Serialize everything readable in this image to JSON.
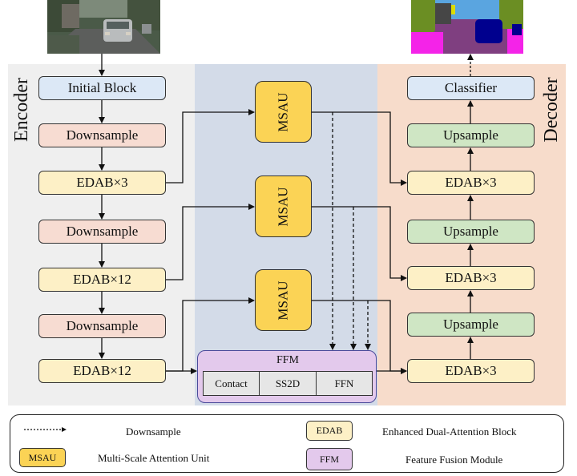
{
  "encoder_label": "Encoder",
  "decoder_label": "Decoder",
  "encoder": {
    "initial": "Initial Block",
    "down1": "Downsample",
    "edab1": "EDAB×3",
    "down2": "Downsample",
    "edab2": "EDAB×12",
    "down3": "Downsample",
    "edab3": "EDAB×12"
  },
  "msau": [
    "MSAU",
    "MSAU",
    "MSAU"
  ],
  "ffm": {
    "title": "FFM",
    "cells": [
      "Contact",
      "SS2D",
      "FFN"
    ]
  },
  "decoder": {
    "classifier": "Classifier",
    "up1": "Upsample",
    "edab1": "EDAB×3",
    "up2": "Upsample",
    "edab2": "EDAB×3",
    "up3": "Upsample",
    "edab3": "EDAB×3"
  },
  "legend": {
    "downsample": "Downsample",
    "msau_swatch": "MSAU",
    "msau_desc": "Multi-Scale Attention Unit",
    "edab_swatch": "EDAB",
    "edab_desc": "Enhanced Dual-Attention Block",
    "ffm_swatch": "FFM",
    "ffm_desc": "Feature Fusion Module"
  },
  "colors": {
    "encoder_bg": "#efefef",
    "middle_bg": "#d3dbe8",
    "decoder_bg": "#f7dccb",
    "msau": "#fbd355",
    "edab": "#fdf0c6",
    "downsample": "#f7dcd2",
    "upsample": "#cfe6c4",
    "ffm": "#e3c9ec"
  }
}
